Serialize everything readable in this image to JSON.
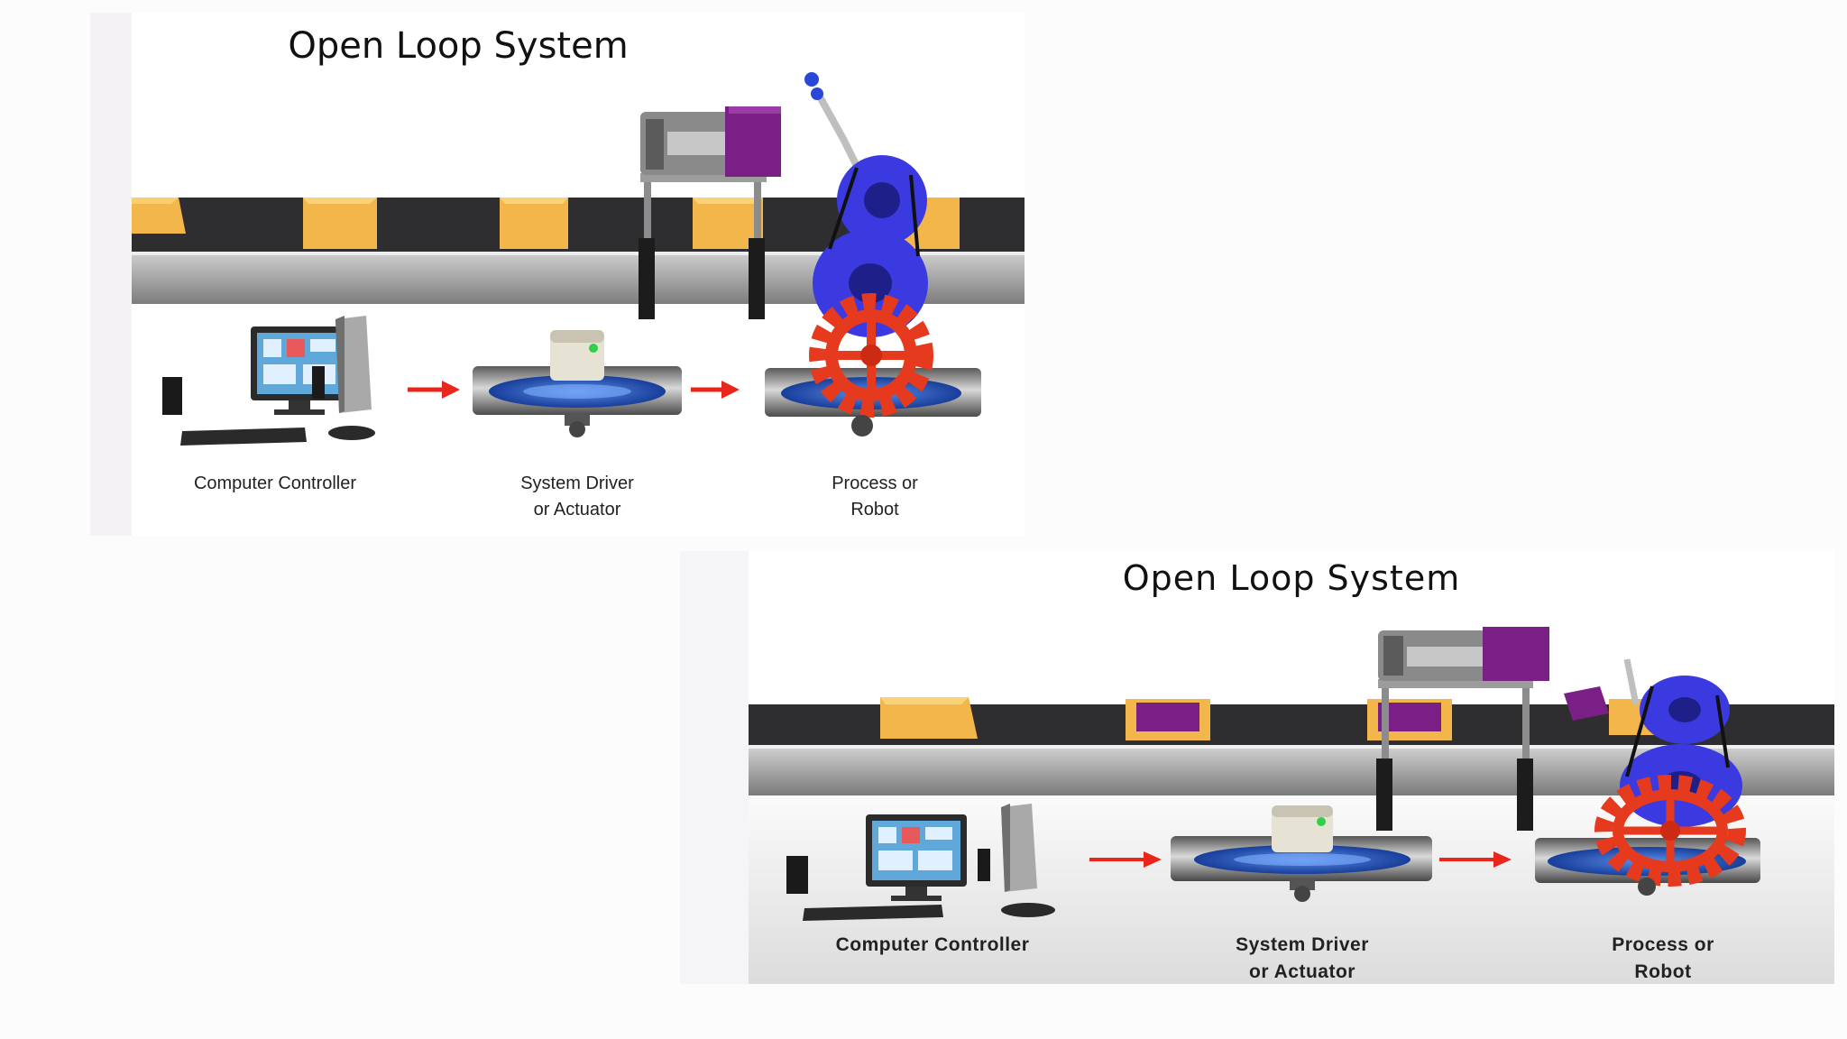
{
  "panels": [
    {
      "title": "Open Loop System",
      "labels": {
        "controller": "Computer Controller",
        "driver": "System Driver\nor Actuator",
        "process": "Process or\nRobot"
      }
    },
    {
      "title": "Open Loop System",
      "labels": {
        "controller": "Computer Controller",
        "driver": "System Driver\nor Actuator",
        "process": "Process or\nRobot"
      }
    }
  ],
  "colors": {
    "belt": "#2e2e30",
    "belt_frame": "#9a9a9a",
    "box": "#f2b64a",
    "arrow": "#e8261c",
    "wheel": "#3a3ae0",
    "gear": "#e63a1e",
    "press": "#7a1f85"
  },
  "icons": [
    "computer-icon",
    "actuator-icon",
    "robot-gear-icon",
    "arrow-right-icon",
    "conveyor-icon",
    "press-icon"
  ]
}
